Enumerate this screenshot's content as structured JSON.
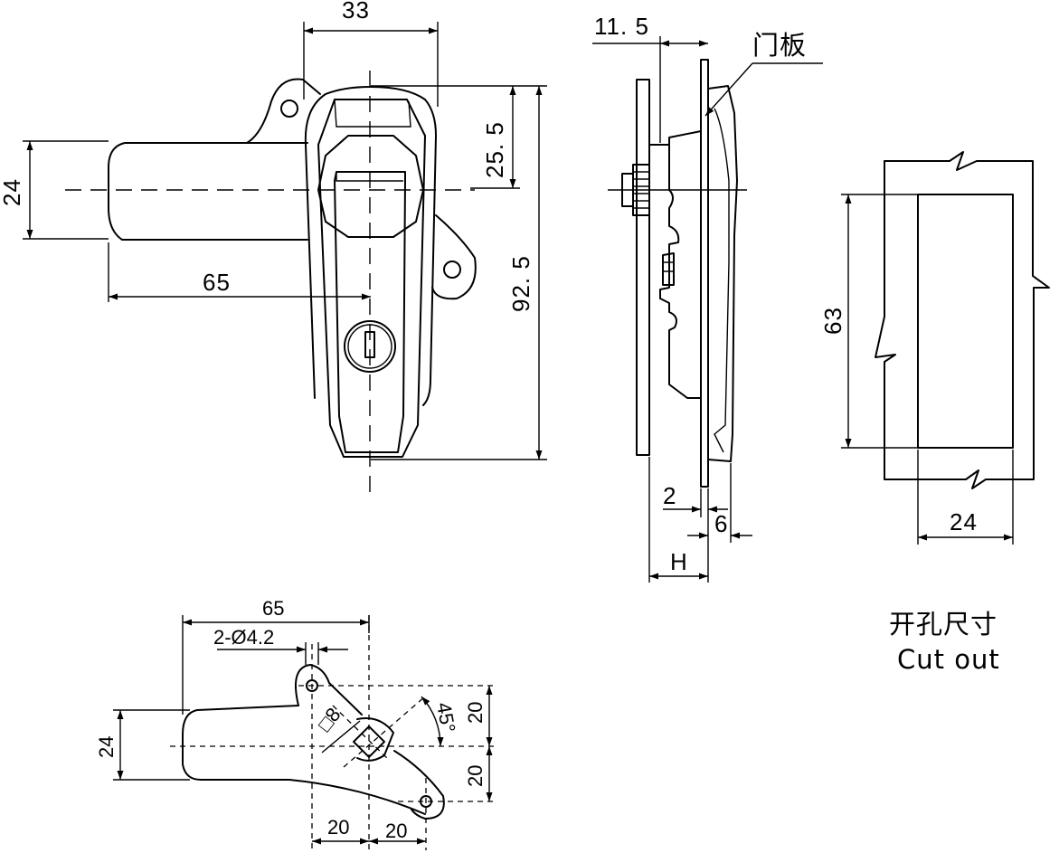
{
  "front_view": {
    "dim_width": "33",
    "dim_height_total": "92. 5",
    "dim_upper": "25. 5",
    "dim_body": "24",
    "dim_length": "65"
  },
  "side_view": {
    "dim_top": "11. 5",
    "door_panel_label": "门板",
    "dim_panel": "2",
    "dim_offset": "6",
    "dim_h": "H"
  },
  "cutout": {
    "dim_height": "63",
    "dim_width": "24",
    "caption_cn": "开孔尺寸",
    "caption_en": "Cut out"
  },
  "bottom_view": {
    "dim_length": "65",
    "dim_holes": "2-Ø4.2",
    "dim_square": "□8",
    "dim_angle": "45°",
    "dim_right_upper": "20",
    "dim_right_lower": "20",
    "dim_height": "24",
    "dim_bottom_left": "20",
    "dim_bottom_right": "20"
  }
}
